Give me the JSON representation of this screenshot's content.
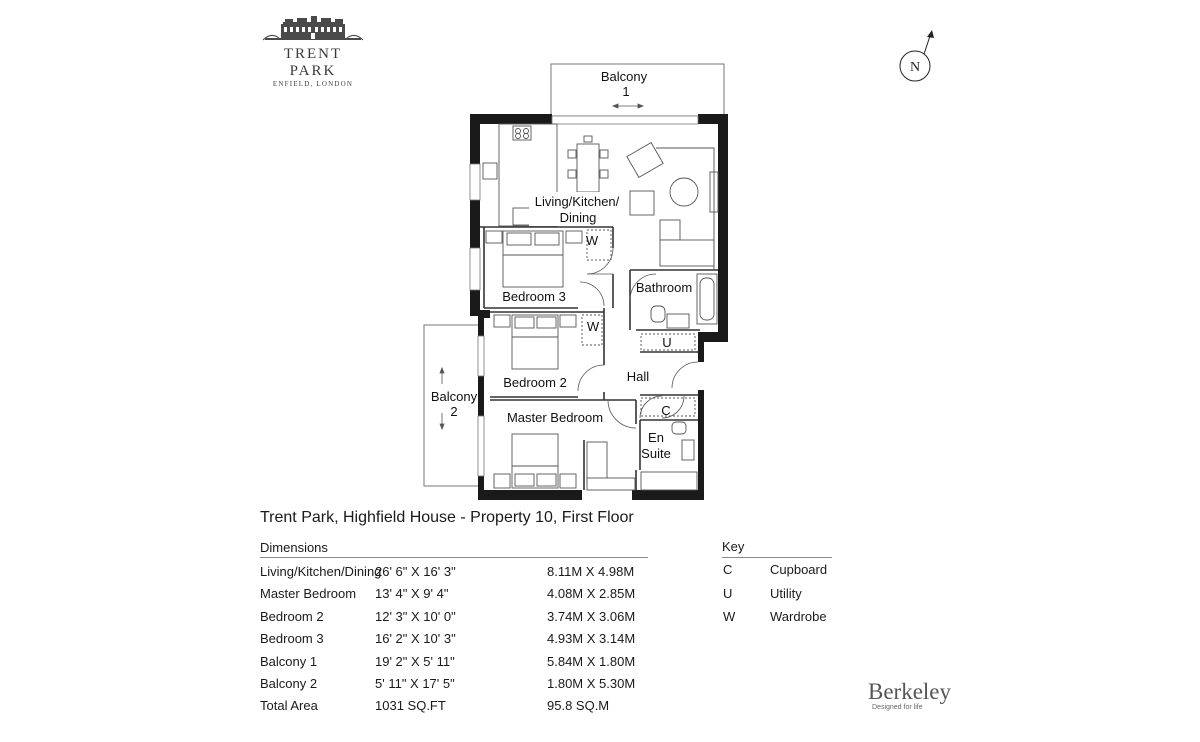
{
  "brand": {
    "name": "TRENT PARK",
    "location": "ENFIELD, LONDON"
  },
  "compass": {
    "label": "N"
  },
  "plan": {
    "rooms": {
      "balcony1": [
        "Balcony",
        "1"
      ],
      "living": [
        "Living/Kitchen/",
        "Dining"
      ],
      "bedroom3": "Bedroom 3",
      "bathroom": "Bathroom",
      "bedroom2": "Bedroom 2",
      "hall": "Hall",
      "balcony2": [
        "Balcony",
        "2"
      ],
      "master": "Master Bedroom",
      "ensuite": [
        "En",
        "Suite"
      ]
    },
    "markers": {
      "wardrobe": "W",
      "utility": "U",
      "cupboard": "C"
    }
  },
  "title": "Trent Park, Highfield House - Property 10, First Floor",
  "dimensions": {
    "heading": "Dimensions",
    "rows": [
      {
        "name": "Living/Kitchen/Dining",
        "imperial": "26' 6\" X 16' 3\"",
        "metric": "8.11M X 4.98M"
      },
      {
        "name": "Master Bedroom",
        "imperial": "13' 4\" X 9' 4\"",
        "metric": "4.08M X 2.85M"
      },
      {
        "name": "Bedroom 2",
        "imperial": "12' 3\" X 10' 0\"",
        "metric": "3.74M X 3.06M"
      },
      {
        "name": "Bedroom 3",
        "imperial": "16' 2\" X 10' 3\"",
        "metric": "4.93M X 3.14M"
      },
      {
        "name": "Balcony 1",
        "imperial": "19' 2\" X 5' 11\"",
        "metric": "5.84M X 1.80M"
      },
      {
        "name": "Balcony 2",
        "imperial": "5' 11\" X 17' 5\"",
        "metric": "1.80M X 5.30M"
      },
      {
        "name": "Total Area",
        "imperial": "1031 SQ.FT",
        "metric": "95.8 SQ.M"
      }
    ]
  },
  "key": {
    "heading": "Key",
    "items": [
      {
        "code": "C",
        "label": "Cupboard"
      },
      {
        "code": "U",
        "label": "Utility"
      },
      {
        "code": "W",
        "label": "Wardrobe"
      }
    ]
  },
  "developer": {
    "name": "Berkeley",
    "tagline": "Designed for life"
  }
}
